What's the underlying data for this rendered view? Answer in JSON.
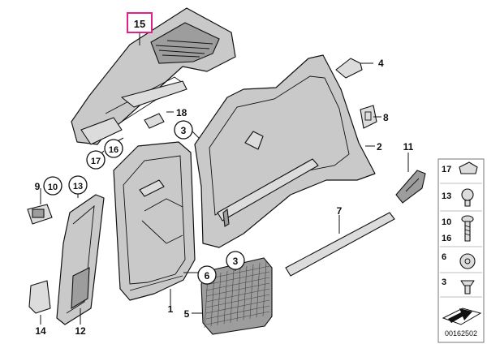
{
  "diagram_id": "00162502",
  "callouts": {
    "c15": "15",
    "c4": "4",
    "c18": "18",
    "c8": "8",
    "c3a": "3",
    "c2": "2",
    "c16": "16",
    "c17": "17",
    "c11": "11",
    "c9": "9",
    "c10": "10",
    "c13": "13",
    "c7": "7",
    "c6": "6",
    "c3b": "3",
    "c1": "1",
    "c5": "5",
    "c14": "14",
    "c12": "12"
  },
  "legend": {
    "r17": "17",
    "r13": "13",
    "r10": "10",
    "r16": "16",
    "r6": "6",
    "r3": "3"
  }
}
